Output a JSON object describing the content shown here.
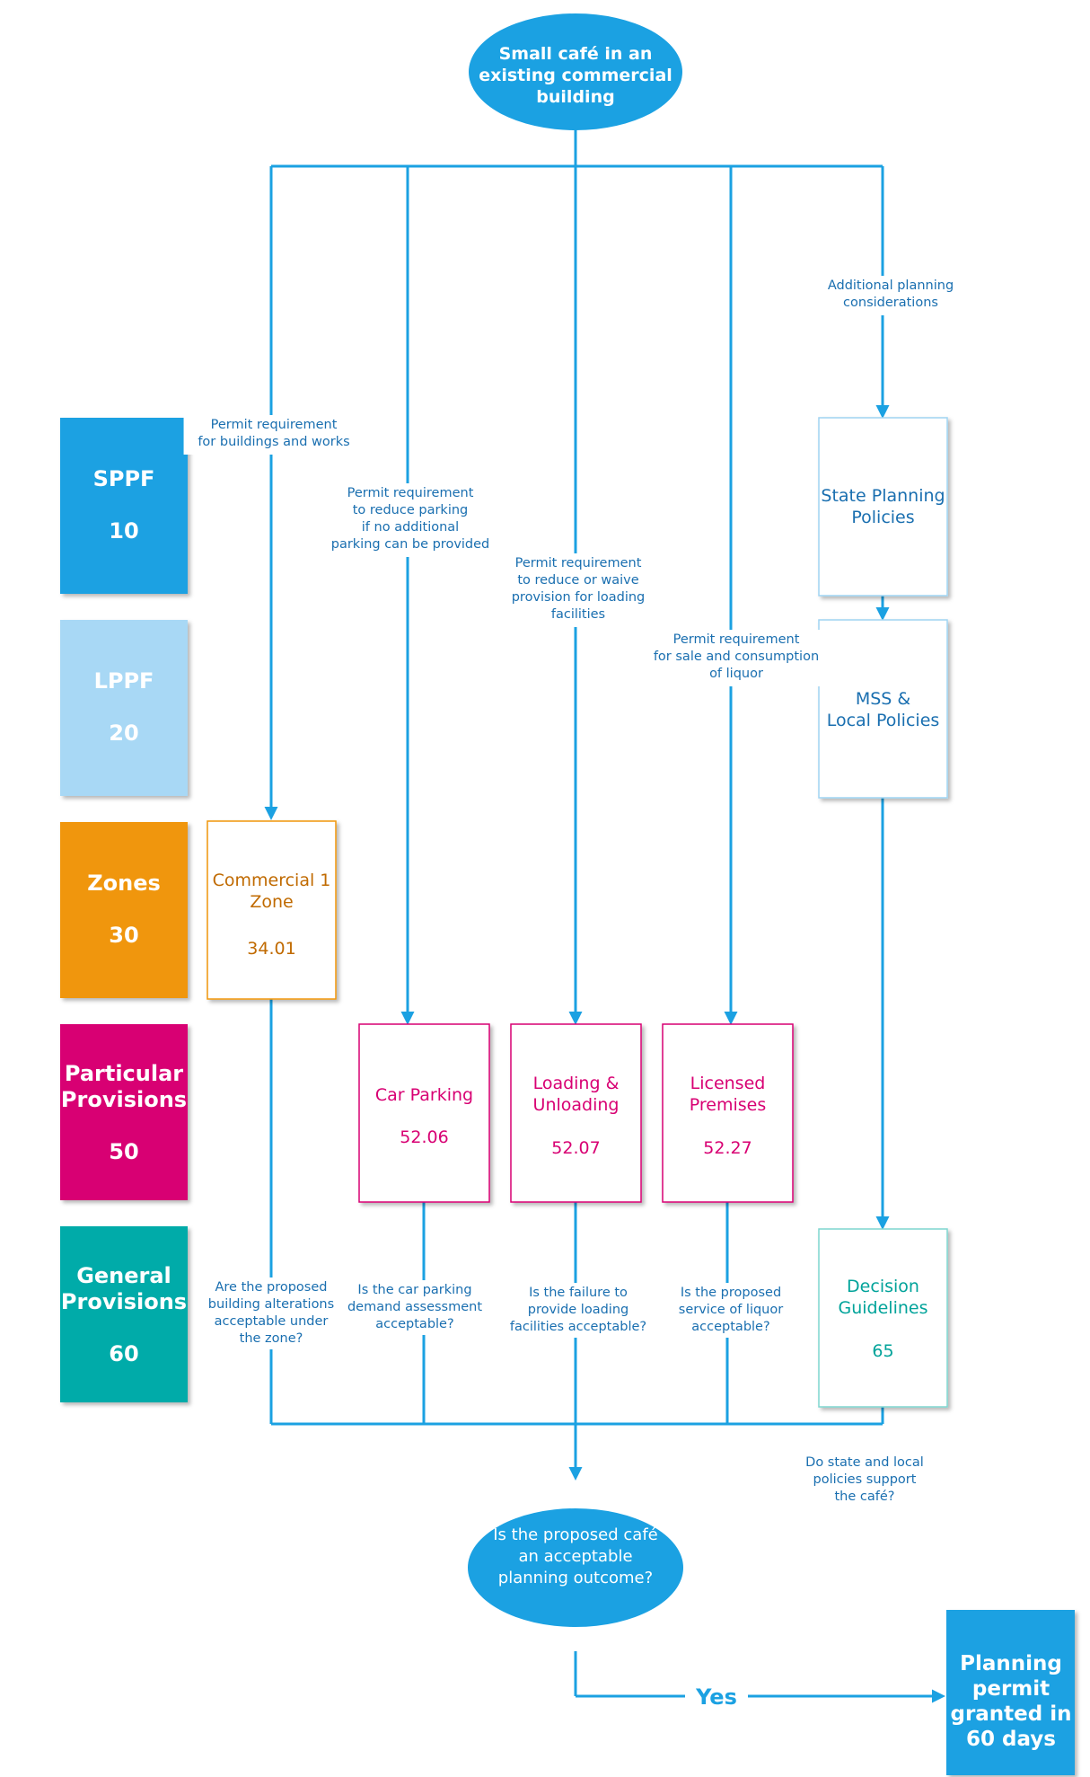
{
  "start": {
    "lines": [
      "Small café in an",
      "existing commercial",
      "building"
    ]
  },
  "tiers": [
    {
      "title_lines": [
        "SPPF"
      ],
      "number": "10",
      "color": "#1ba1e2",
      "text_color": "#ffffff"
    },
    {
      "title_lines": [
        "LPPF"
      ],
      "number": "20",
      "color": "#a8d8f5",
      "text_color": "#ffffff"
    },
    {
      "title_lines": [
        "Zones"
      ],
      "number": "30",
      "color": "#f0960a",
      "text_color": "#ffffff"
    },
    {
      "title_lines": [
        "Particular",
        "Provisions"
      ],
      "number": "50",
      "color": "#d80073",
      "text_color": "#ffffff"
    },
    {
      "title_lines": [
        "General",
        "Provisions"
      ],
      "number": "60",
      "color": "#00aba9",
      "text_color": "#ffffff"
    }
  ],
  "branch_labels": {
    "buildings": [
      "Permit requirement",
      "for buildings and works"
    ],
    "parking": [
      "Permit requirement",
      "to reduce parking",
      "if no additional",
      "parking can be provided"
    ],
    "loading": [
      "Permit requirement",
      "to reduce or waive",
      "provision for loading",
      "facilities"
    ],
    "liquor": [
      "Permit requirement",
      "for sale and consumption",
      "of liquor"
    ],
    "additional": [
      "Additional planning",
      "considerations"
    ]
  },
  "boxes": {
    "commercial_zone": {
      "title_lines": [
        "Commercial 1",
        "Zone"
      ],
      "number": "34.01",
      "color": "#c06a00",
      "border": "#f0960a"
    },
    "car_parking": {
      "title_lines": [
        "Car Parking"
      ],
      "number": "52.06",
      "color": "#d80073",
      "border": "#d80073"
    },
    "loading": {
      "title_lines": [
        "Loading &",
        "Unloading"
      ],
      "number": "52.07",
      "color": "#d80073",
      "border": "#d80073"
    },
    "licensed": {
      "title_lines": [
        "Licensed",
        "Premises"
      ],
      "number": "52.27",
      "color": "#d80073",
      "border": "#d80073"
    },
    "state_policies": {
      "title_lines": [
        "State Planning",
        "Policies"
      ],
      "number": "",
      "color": "#1a6fb0",
      "border": "#9fd4f2"
    },
    "mss_local": {
      "title_lines": [
        "MSS &",
        "Local Policies"
      ],
      "number": "",
      "color": "#1a6fb0",
      "border": "#9fd4f2"
    },
    "decision": {
      "title_lines": [
        "Decision",
        "Guidelines"
      ],
      "number": "65",
      "color": "#00a39a",
      "border": "#7fd6cf"
    }
  },
  "questions": {
    "zone": [
      "Are the proposed",
      "building alterations",
      "acceptable under",
      "the zone?"
    ],
    "parking": [
      "Is the car parking",
      "demand assessment",
      "acceptable?"
    ],
    "loading": [
      "Is the failure to",
      "provide loading",
      "facilities acceptable?"
    ],
    "liquor": [
      "Is the proposed",
      "service of liquor",
      "acceptable?"
    ],
    "policies": [
      "Do state and local",
      "policies support",
      "the café?"
    ]
  },
  "outcome": {
    "lines": [
      "Is the proposed café",
      "an acceptable",
      "planning outcome?"
    ]
  },
  "yes_label": "Yes",
  "result": {
    "lines": [
      "Planning",
      "permit",
      "granted in",
      "60 days"
    ]
  },
  "colors": {
    "connector": "#1ba1e2",
    "label": "#1a6fb0",
    "accent": "#1ba1e2"
  }
}
